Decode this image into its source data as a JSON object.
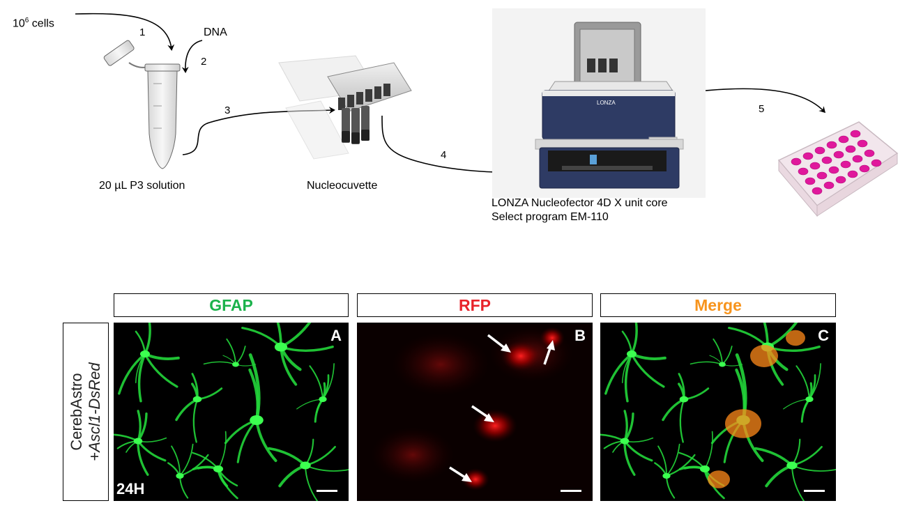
{
  "workflow": {
    "cells_label_base": "10",
    "cells_label_exp": "6",
    "cells_label_rest": " cells",
    "dna_label": "DNA",
    "tube_caption": "20 µL P3 solution",
    "cuvette_caption": "Nucleocuvette",
    "device_caption_line1": "LONZA Nucleofector 4D X unit core",
    "device_caption_line2": "Select program EM-110",
    "device_brand": "LONZA",
    "steps": [
      "1",
      "2",
      "3",
      "4",
      "5"
    ]
  },
  "panels": {
    "headers": [
      {
        "label": "GFAP",
        "color": "#1bb24b"
      },
      {
        "label": "RFP",
        "color": "#e8232a"
      },
      {
        "label": "Merge",
        "color": "#f7941d"
      }
    ],
    "letters": [
      "A",
      "B",
      "C"
    ],
    "timepoint": "24H",
    "row_label_line1": "CerebAstro",
    "row_label_line2_prefix": "+",
    "row_label_line2_italic": "Ascl1-DsRed"
  }
}
